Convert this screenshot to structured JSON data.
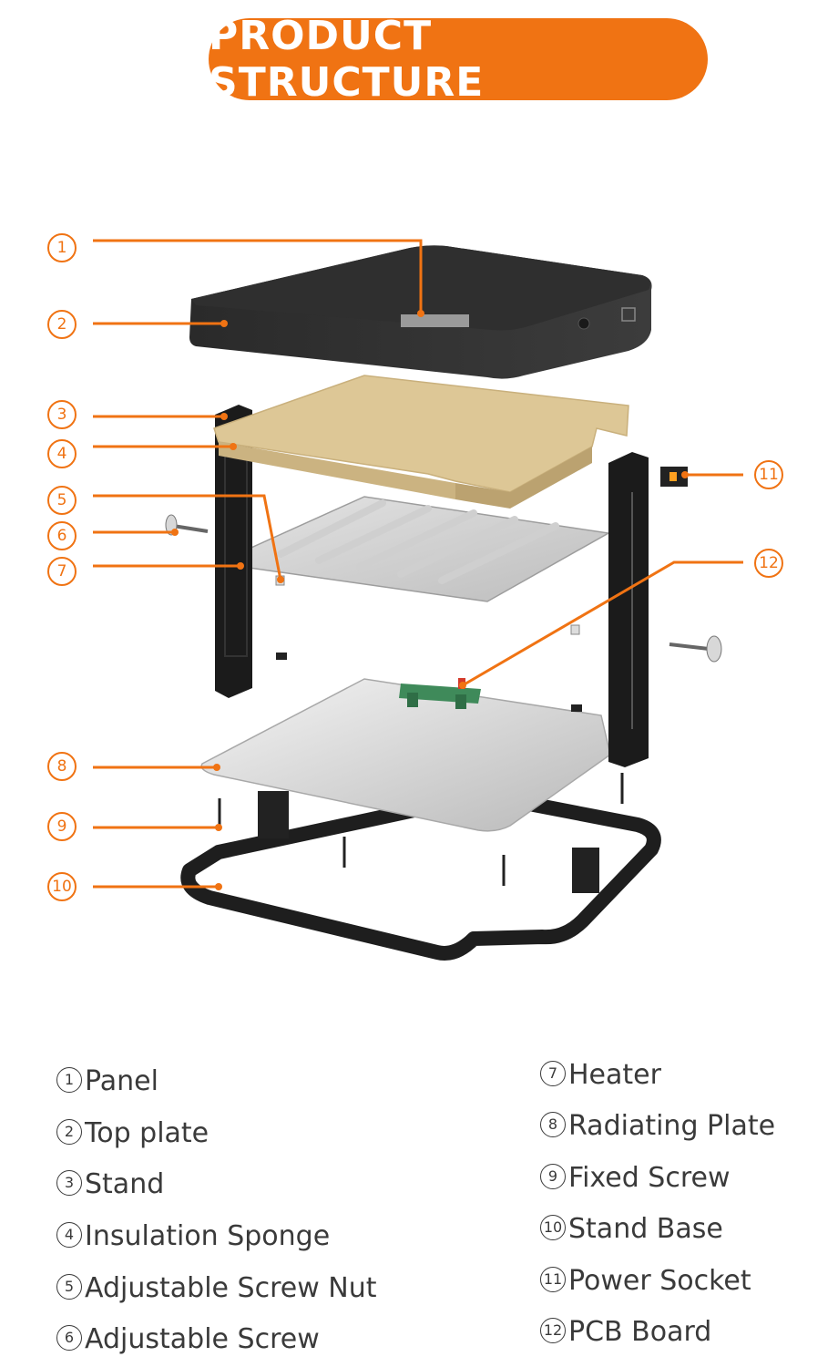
{
  "title": "PRODUCT STRUCTURE",
  "colors": {
    "accent": "#f07313",
    "text": "#3a3a3a"
  },
  "callouts": [
    {
      "num": "1"
    },
    {
      "num": "2"
    },
    {
      "num": "3"
    },
    {
      "num": "4"
    },
    {
      "num": "5"
    },
    {
      "num": "6"
    },
    {
      "num": "7"
    },
    {
      "num": "8"
    },
    {
      "num": "9"
    },
    {
      "num": "10"
    },
    {
      "num": "11"
    },
    {
      "num": "12"
    }
  ],
  "legend_left": [
    {
      "num": "1",
      "label": "Panel"
    },
    {
      "num": "2",
      "label": "Top plate"
    },
    {
      "num": "3",
      "label": "Stand"
    },
    {
      "num": "4",
      "label": "Insulation Sponge"
    },
    {
      "num": "5",
      "label": "Adjustable Screw Nut"
    },
    {
      "num": "6",
      "label": "Adjustable Screw"
    }
  ],
  "legend_right": [
    {
      "num": "7",
      "label": "Heater"
    },
    {
      "num": "8",
      "label": "Radiating Plate"
    },
    {
      "num": "9",
      "label": "Fixed Screw"
    },
    {
      "num": "10",
      "label": "Stand Base"
    },
    {
      "num": "11",
      "label": "Power Socket"
    },
    {
      "num": "12",
      "label": "PCB Board"
    }
  ]
}
